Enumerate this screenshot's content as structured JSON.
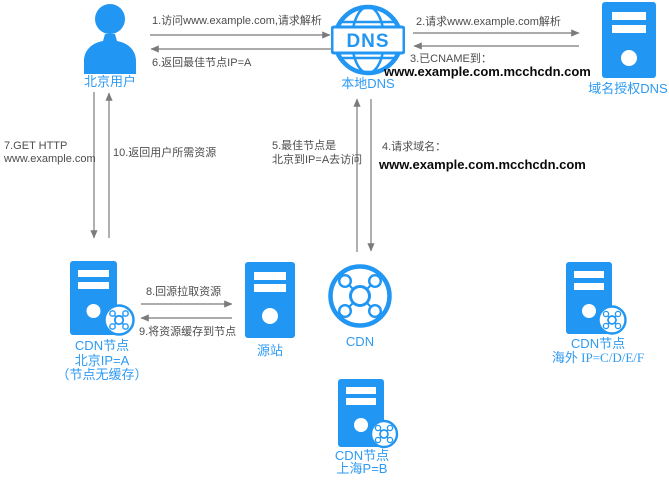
{
  "diagram": {
    "colors": {
      "icon_blue": "#2196F3",
      "label_blue": "#2E9AF3",
      "arrow_gray": "#7b7b7b",
      "step_text_gray": "#4d4d4d",
      "domain_text_black": "#0a0a0a"
    },
    "nodes": {
      "beijing_user": {
        "label": "北京用户"
      },
      "local_dns": {
        "label": "本地DNS",
        "icon_text": "DNS"
      },
      "auth_dns": {
        "label": "域名授权DNS"
      },
      "cdn_node_beijing": {
        "line1": "CDN节点",
        "line2": "北京IP=A",
        "line3": "（节点无缓存）"
      },
      "origin_site": {
        "label": "源站"
      },
      "cdn": {
        "label": "CDN"
      },
      "cdn_node_overseas": {
        "line1": "CDN节点",
        "line2": "海外 IP=C/D/E/F"
      },
      "cdn_node_shanghai": {
        "line1": "CDN节点",
        "line2": "上海P=B"
      }
    },
    "steps": {
      "s1": "1.访问www.example.com,请求解析",
      "s2": "2.请求www.example.com解析",
      "s3a": "3.已CNAME到：",
      "s3b": "www.example.com.mcchcdn.com",
      "s4a": "4.请求域名：",
      "s4b": "www.example.com.mcchcdn.com",
      "s5a": "5.最佳节点是",
      "s5b": "北京到IP=A去访问",
      "s6": "6.返回最佳节点IP=A",
      "s7a": "7.GET HTTP",
      "s7b": "www.example.com",
      "s8": "8.回源拉取资源",
      "s9": "9.将资源缓存到节点",
      "s10": "10.返回用户所需资源"
    },
    "icons": [
      "user-icon",
      "dns-globe-icon",
      "server-icon",
      "cdn-network-icon",
      "cdn-node-badge-icon"
    ]
  }
}
